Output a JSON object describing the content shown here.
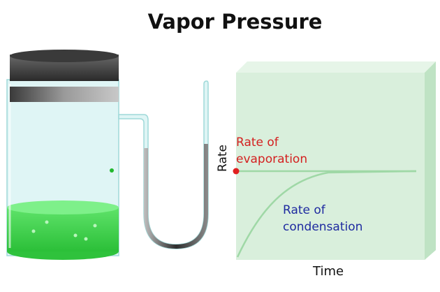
{
  "title": "Vapor Pressure",
  "graph": {
    "y_axis_label": "Rate",
    "x_axis_label": "Time",
    "series": [
      {
        "name": "Rate of evaporation",
        "lines": [
          "Rate of",
          "evaporation"
        ],
        "color": "#d42020"
      },
      {
        "name": "Rate of condensation",
        "lines": [
          "Rate of",
          "condensation"
        ],
        "color": "#1e2aa0"
      }
    ]
  },
  "colors": {
    "liquid": "#3fd14a",
    "jar_glass": "#d7f3f3",
    "lid": "#2b2b2b",
    "graph_panel": "#d9efdc",
    "curve": "#9fd8a6"
  }
}
